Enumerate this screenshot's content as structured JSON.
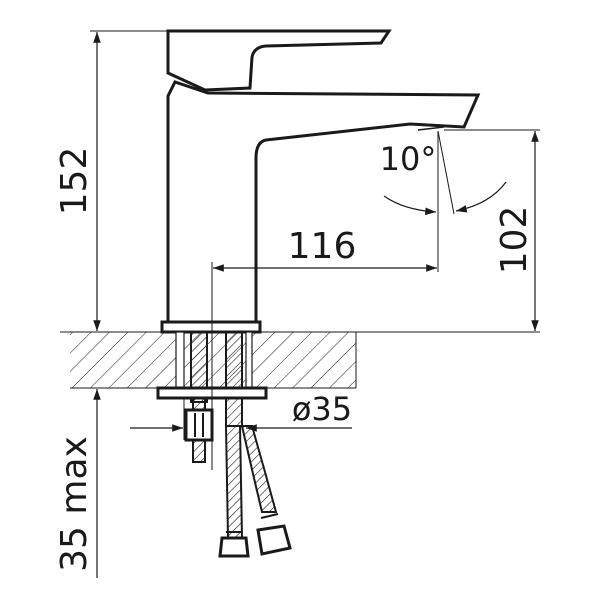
{
  "dimensions": {
    "height_total": "152",
    "spout_reach": "116",
    "spout_height": "102",
    "angle": "10°",
    "diameter": "ø35",
    "max_thickness": "35 max"
  }
}
